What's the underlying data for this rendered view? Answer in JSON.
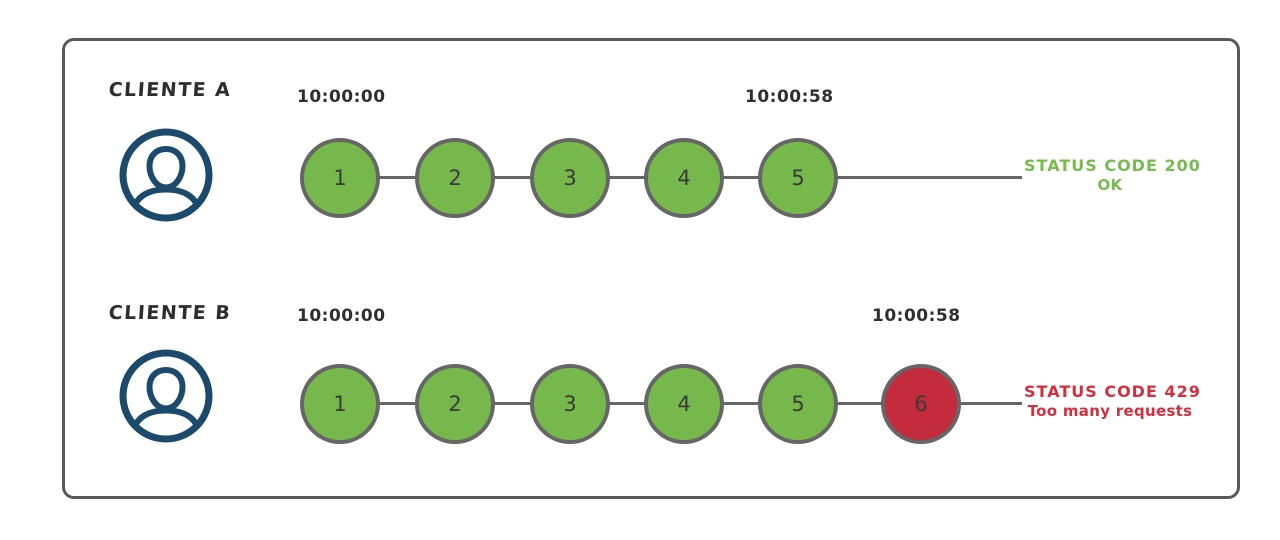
{
  "colors": {
    "success_fill": "#76b84b",
    "error_fill": "#c42b3c",
    "circle_border": "#666666",
    "line": "#666666",
    "avatar": "#1b4a6c",
    "text_dark": "#2e2e2e",
    "frame_border": "#595959",
    "success_text": "#77bb4d",
    "error_text": "#d52e3e"
  },
  "rows": [
    {
      "client_label": "CLIENTE A",
      "start_time": "10:00:00",
      "end_time": "10:00:58",
      "requests": [
        {
          "label": "1",
          "status": "success"
        },
        {
          "label": "2",
          "status": "success"
        },
        {
          "label": "3",
          "status": "success"
        },
        {
          "label": "4",
          "status": "success"
        },
        {
          "label": "5",
          "status": "success"
        }
      ],
      "status_title": "STATUS CODE 200",
      "status_subtitle": "OK",
      "status_color": "#77bb4d"
    },
    {
      "client_label": "CLIENTE B",
      "start_time": "10:00:00",
      "end_time": "10:00:58",
      "requests": [
        {
          "label": "1",
          "status": "success"
        },
        {
          "label": "2",
          "status": "success"
        },
        {
          "label": "3",
          "status": "success"
        },
        {
          "label": "4",
          "status": "success"
        },
        {
          "label": "5",
          "status": "success"
        },
        {
          "label": "6",
          "status": "error"
        }
      ],
      "status_title": "STATUS CODE 429",
      "status_subtitle": "Too many requests",
      "status_color": "#d52e3e"
    }
  ]
}
